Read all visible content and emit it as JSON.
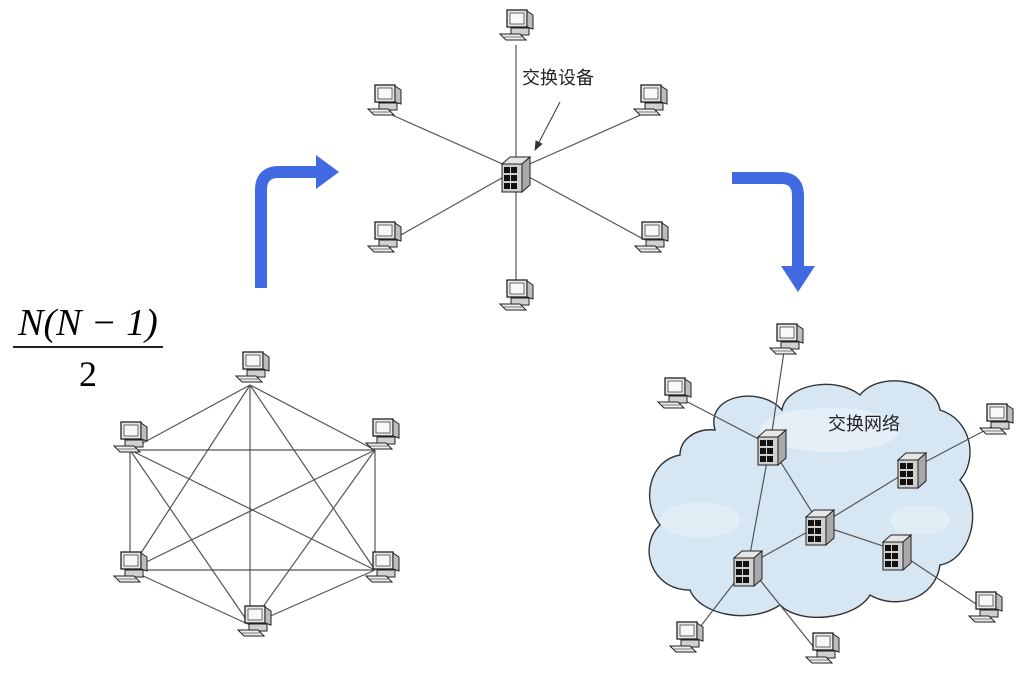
{
  "labels": {
    "switch_device": "交换设备",
    "switch_network": "交换网络"
  },
  "formula": {
    "numerator": "N(N − 1)",
    "denominator": "2"
  },
  "colors": {
    "arrow": "#4169e1",
    "link": "#555555",
    "cloud_fill": "#d6e6f2",
    "cloud_stroke": "#333333"
  },
  "icons": {
    "terminal": "computer-icon",
    "switch": "switch-icon"
  }
}
